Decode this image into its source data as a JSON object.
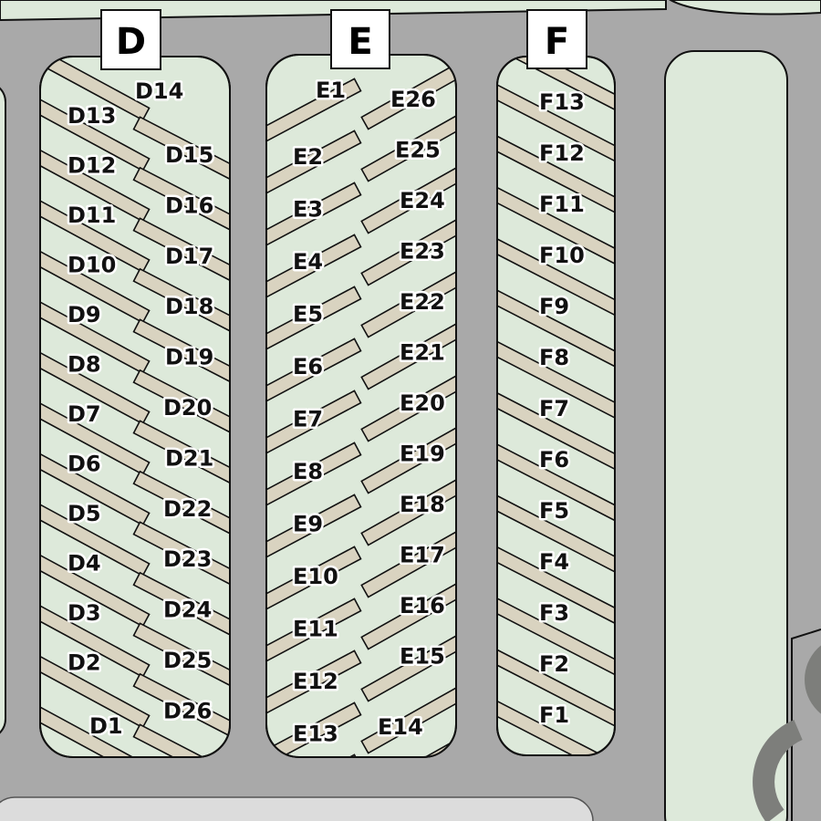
{
  "colors": {
    "road": "#a9a9a9",
    "island": "#dde9da",
    "stall": "#d9d3c0",
    "outline": "#111111",
    "sign_bg": "#ffffff",
    "dark_shape": "#7d7e7b"
  },
  "sections": {
    "D": {
      "sign": "D",
      "left": [
        "D14",
        "D13",
        "D12",
        "D11",
        "D10",
        "D9",
        "D8",
        "D7",
        "D6",
        "D5",
        "D4",
        "D3",
        "D2",
        "D1"
      ],
      "right": [
        "D15",
        "D16",
        "D17",
        "D18",
        "D19",
        "D20",
        "D21",
        "D22",
        "D23",
        "D24",
        "D25",
        "D26"
      ]
    },
    "E": {
      "sign": "E",
      "left": [
        "E1",
        "E2",
        "E3",
        "E4",
        "E5",
        "E6",
        "E7",
        "E8",
        "E9",
        "E10",
        "E11",
        "E12",
        "E13"
      ],
      "right": [
        "E26",
        "E25",
        "E24",
        "E23",
        "E22",
        "E21",
        "E20",
        "E19",
        "E18",
        "E17",
        "E16",
        "E15",
        "E14"
      ]
    },
    "F": {
      "sign": "F",
      "labels": [
        "F13",
        "F12",
        "F11",
        "F10",
        "F9",
        "F8",
        "F7",
        "F6",
        "F5",
        "F4",
        "F3",
        "F2",
        "F1"
      ]
    }
  }
}
